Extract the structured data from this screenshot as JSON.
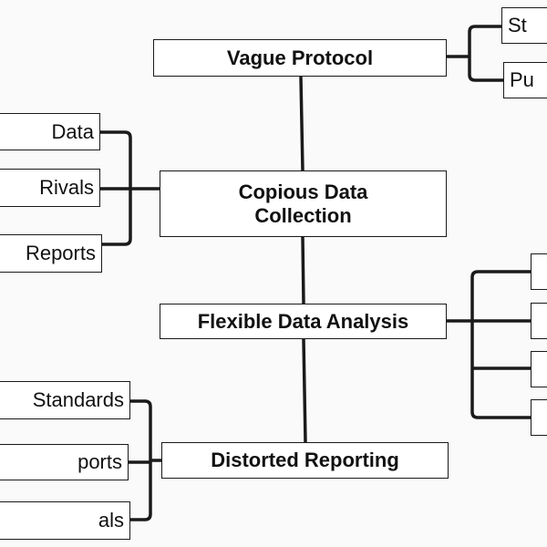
{
  "colors": {
    "line": "#1a1a1a",
    "box_fill": "#ffffff",
    "background": "#fafafa",
    "text": "#111111"
  },
  "main_boxes": [
    {
      "id": "vague-protocol",
      "label": "Vague Protocol"
    },
    {
      "id": "copious-data-collection",
      "label": "Copious Data Collection"
    },
    {
      "id": "flexible-data-analysis",
      "label": "Flexible Data Analysis"
    },
    {
      "id": "distorted-reporting",
      "label": "Distorted Reporting"
    }
  ],
  "side_boxes": {
    "protocol_right": [
      "St",
      "Pu"
    ],
    "collection_left": [
      "Data",
      "Rivals",
      "Reports"
    ],
    "analysis_right": [
      "",
      "",
      "",
      ""
    ],
    "reporting_left": [
      "Standards",
      "ports",
      "als"
    ]
  }
}
